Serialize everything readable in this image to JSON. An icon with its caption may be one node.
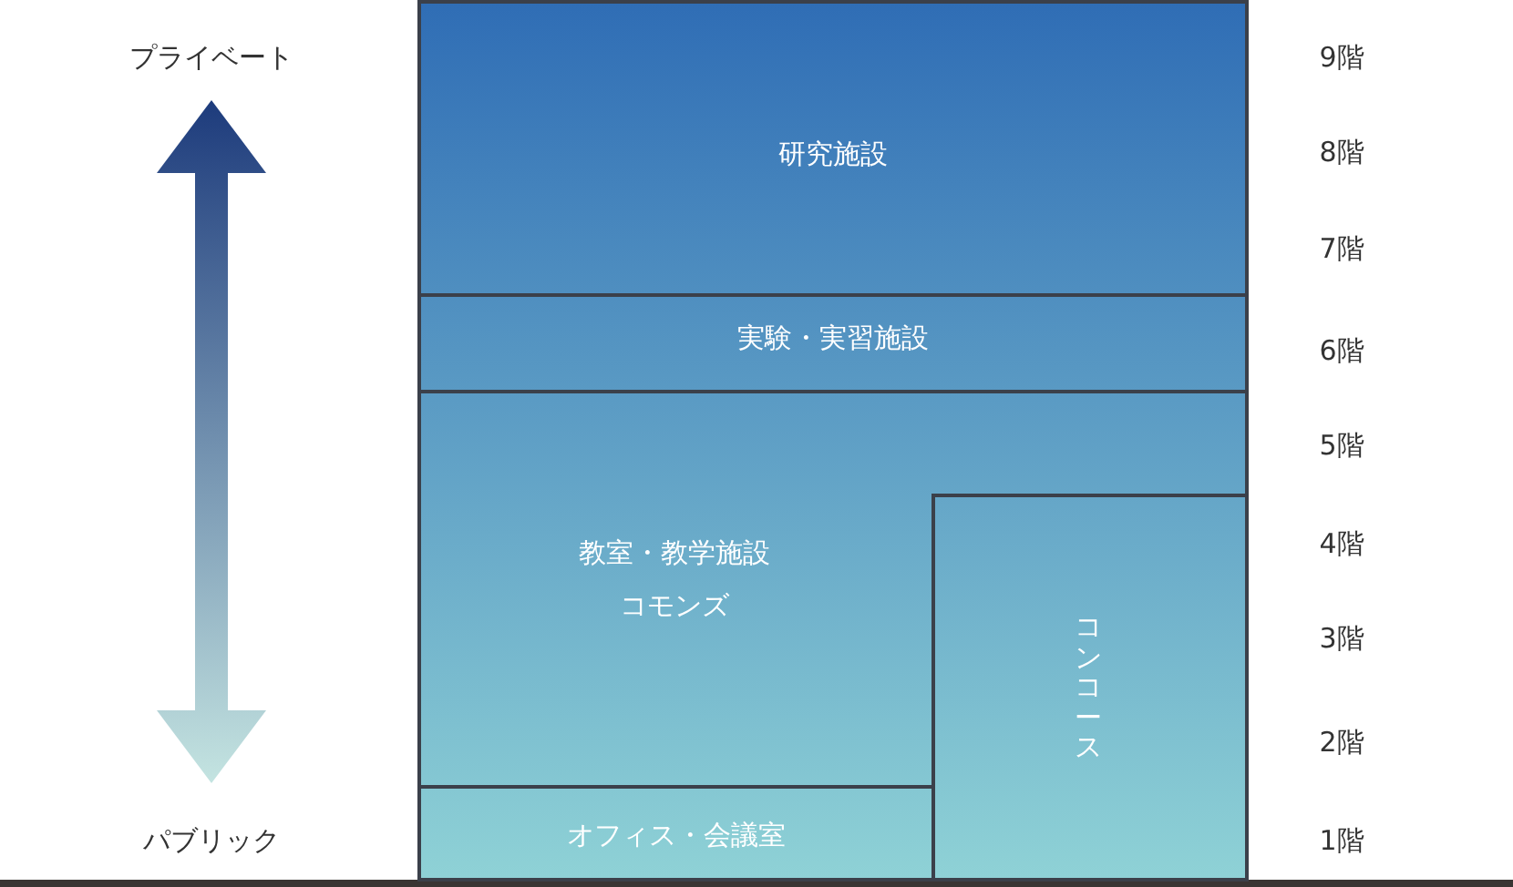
{
  "diagram": {
    "nodes": [
      {
        "text": [
          "研究施設"
        ]
      },
      {
        "text": [
          "実験・実習施設"
        ]
      },
      {
        "text": [
          "教室・教学施設",
          "コモンズ"
        ]
      },
      {
        "text": [
          "コンコース"
        ],
        "in": 2
      },
      {
        "text": [
          "オフィス・会議室"
        ],
        "in": 2
      }
    ],
    "labels": [
      "プライベート",
      "9階",
      "8階",
      "7階",
      "6階",
      "5階",
      "4階",
      "3階",
      "2階",
      "パブリック",
      "1階"
    ]
  }
}
